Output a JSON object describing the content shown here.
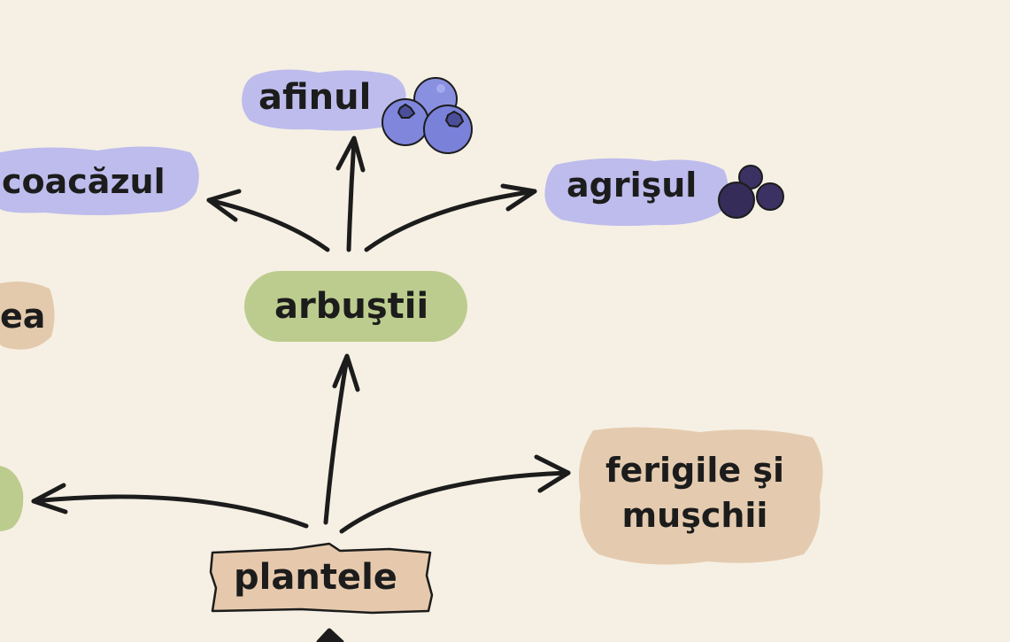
{
  "nodes": {
    "root": "plantele",
    "shrubs": "arbuştii",
    "ferns_mosses": "ferigile şi muşchii",
    "blueberry": "afinul",
    "currant": "coacăzul",
    "gooseberry": "agrişul",
    "partial_left": "ea"
  },
  "colors": {
    "background": "#f6f0e4",
    "purple_highlight": "#b7b6ec",
    "green_highlight": "#bccc8e",
    "tan_highlight": "#e2c7a9",
    "plantele_box": "#e6c9ac",
    "blueberry_fill": "#7f86dc",
    "gooseberry_fill": "#362c5a",
    "arrow": "#1c1c1c"
  },
  "icons": [
    "blueberries-icon",
    "gooseberries-icon"
  ]
}
